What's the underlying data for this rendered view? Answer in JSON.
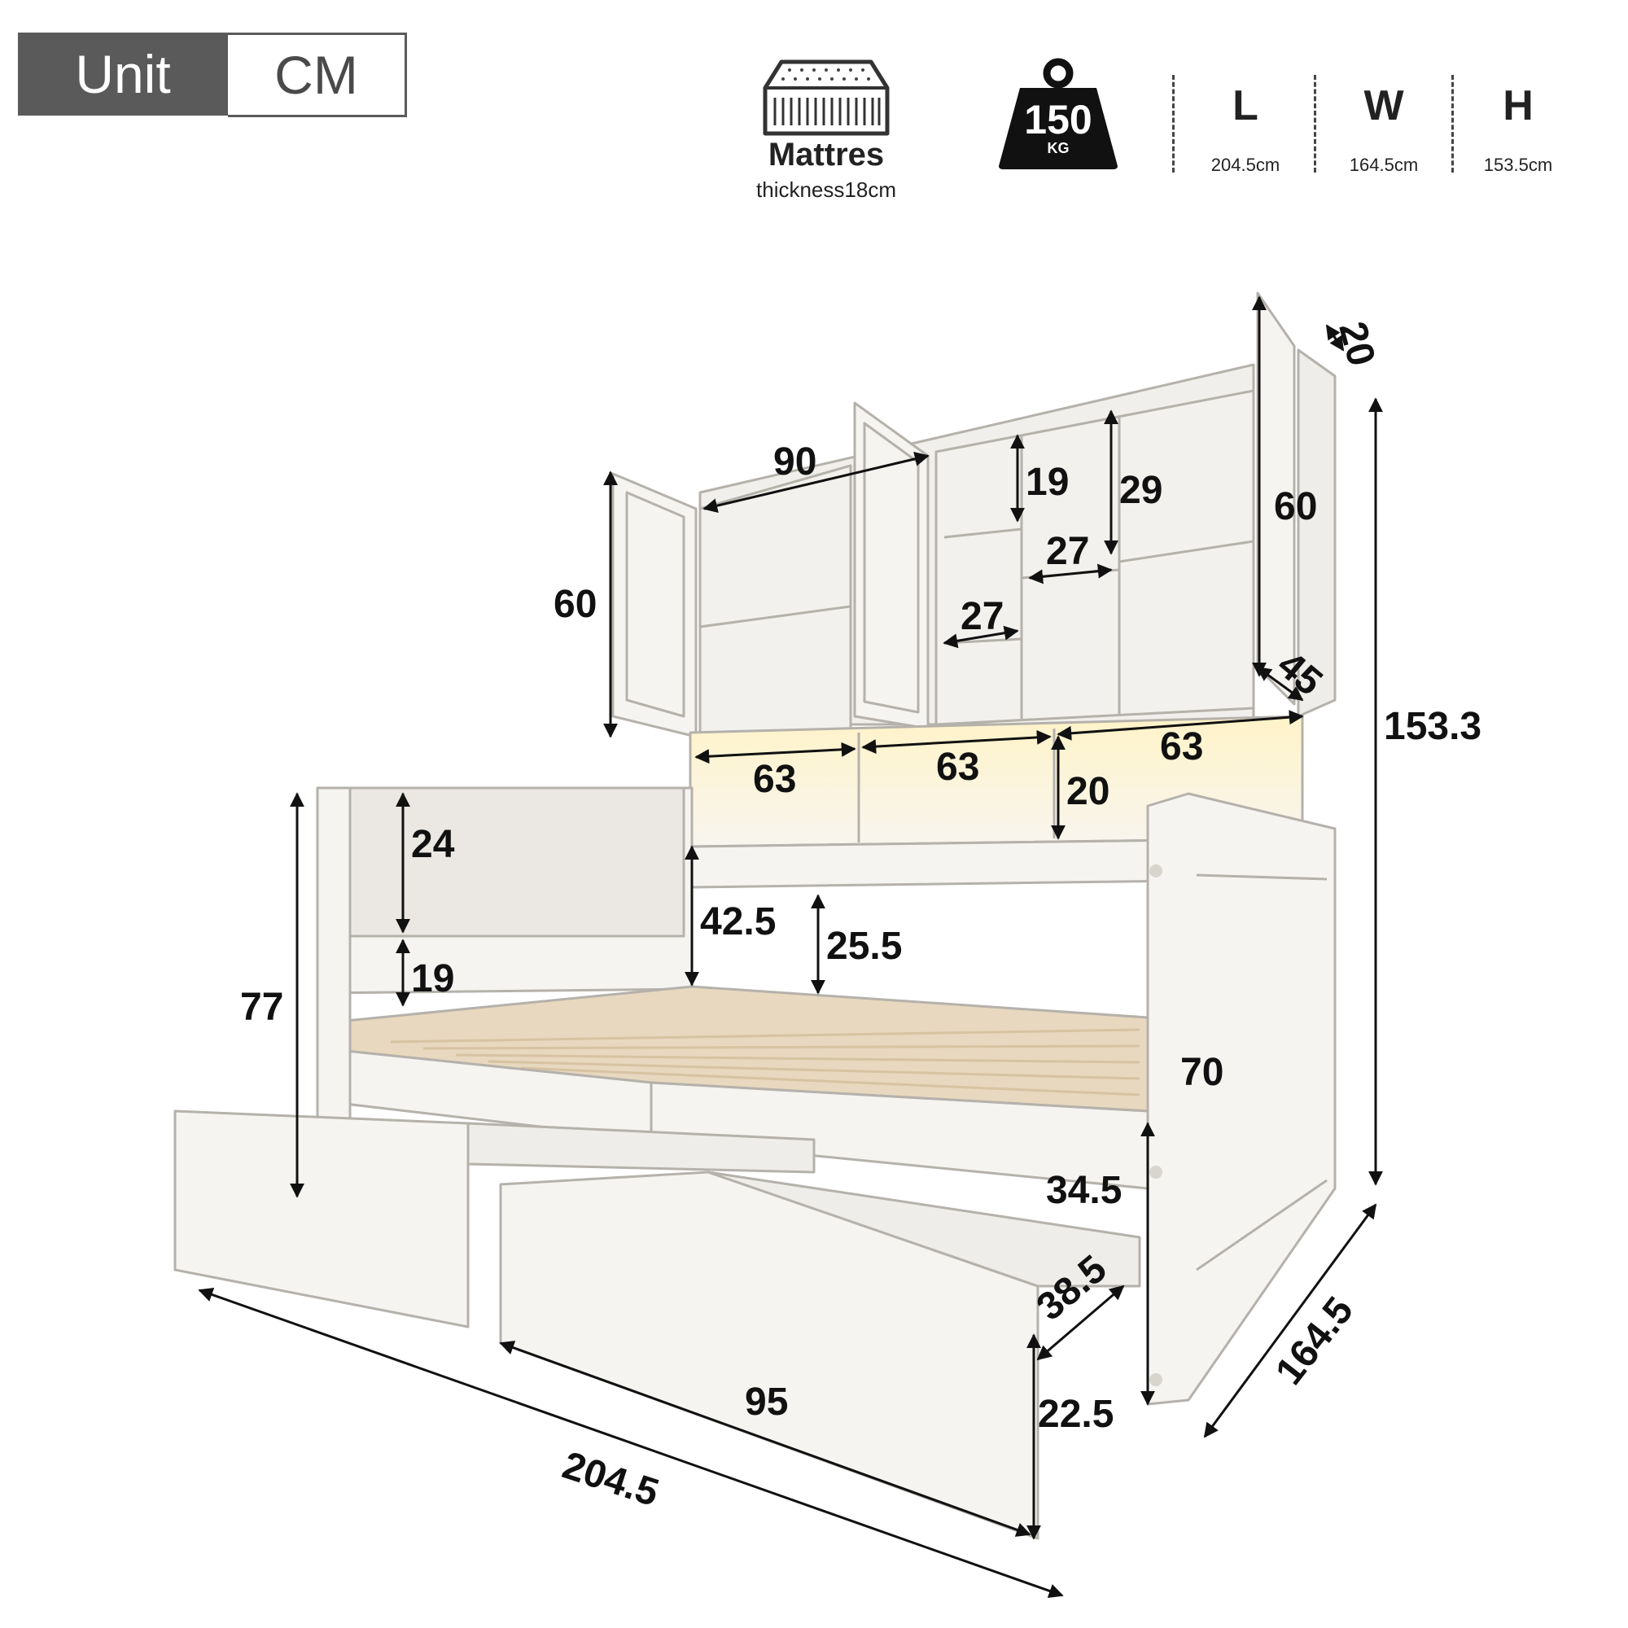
{
  "unit": {
    "label": "Unit",
    "value": "CM"
  },
  "mattress": {
    "title": "Mattres",
    "subtitle": "thickness18cm"
  },
  "weight": {
    "value": "150",
    "unit": "KG"
  },
  "overall": {
    "length": {
      "letter": "L",
      "value": "204.5cm"
    },
    "width": {
      "letter": "W",
      "value": "164.5cm"
    },
    "height": {
      "letter": "H",
      "value": "153.5cm"
    }
  },
  "dimensions": {
    "cabinet_width": "90",
    "left_door_height": "60",
    "cubby_19": "19",
    "cubby_29": "29",
    "shelf_27_upper": "27",
    "shelf_27_lower": "27",
    "right_door_height": "60",
    "cabinet_depth_top": "20",
    "cabinet_depth_side": "45",
    "total_height": "153.3",
    "niche_1": "63",
    "niche_2": "63",
    "niche_3": "63",
    "niche_height": "20",
    "headboard_pad": "24",
    "headboard_gap": "19",
    "headboard_total": "77",
    "back_panel": "42.5",
    "rail_clearance": "25.5",
    "footboard": "70",
    "side_clearance": "34.5",
    "drawer_depth": "38.5",
    "drawer_width": "95",
    "drawer_height": "22.5",
    "bed_length": "204.5",
    "bed_width": "164.5"
  },
  "colors": {
    "unit_bg": "#5a5a5a",
    "furniture": "#f6f4f1",
    "outline": "#b5b1ab",
    "slats": "#e8d8bf",
    "led": "#fff1c2",
    "dimension_line": "#111111"
  }
}
